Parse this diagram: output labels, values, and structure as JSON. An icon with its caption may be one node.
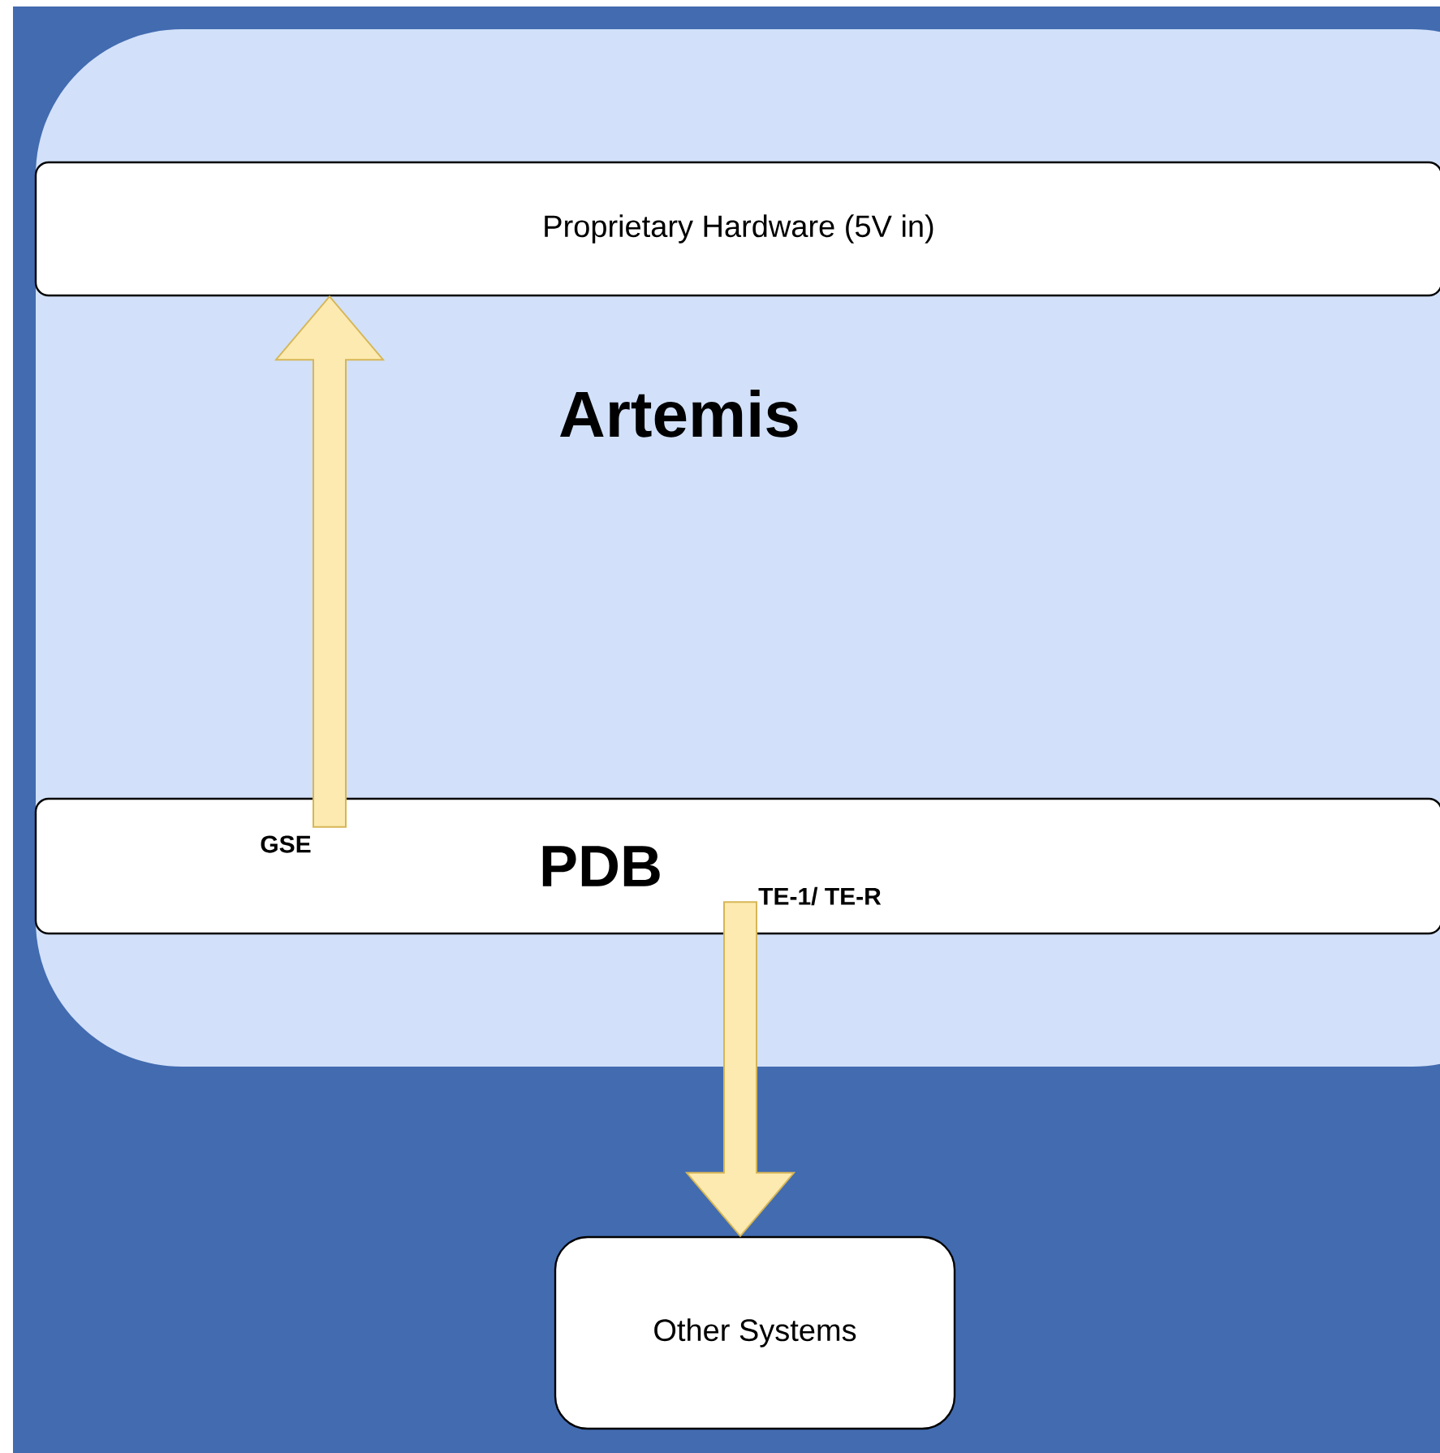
{
  "diagram": {
    "nodes": [
      {
        "text": [
          "Artemis"
        ]
      },
      {
        "text": [
          "Proprietary Hardware (5V in)"
        ],
        "in": 0
      },
      {
        "text": [
          "PDB",
          "GSE",
          "TE-1/ TE-R"
        ],
        "in": 0
      },
      {
        "text": [
          "Other Systems"
        ]
      }
    ],
    "edges": [
      {
        "from": 2,
        "to": 1,
        "arrow": "to"
      },
      {
        "from": 2,
        "to": 3,
        "arrow": "to"
      }
    ]
  }
}
